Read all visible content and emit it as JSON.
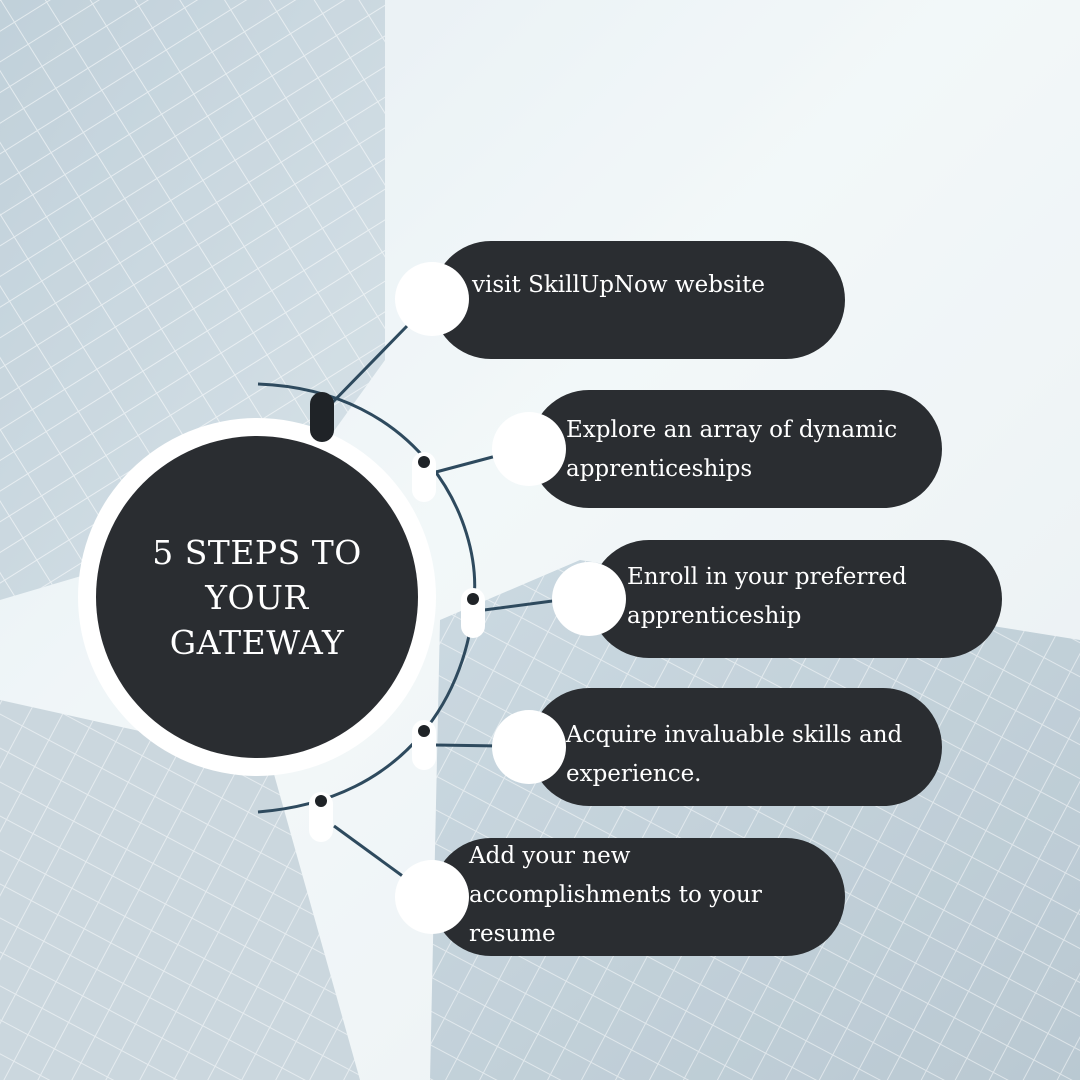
{
  "diagram": {
    "title": "5 STEPS TO YOUR GATEWAY",
    "steps": [
      {
        "label": "visit SkillUpNow website"
      },
      {
        "label": "Explore an array of dynamic apprenticeships"
      },
      {
        "label": "Enroll in your preferred apprenticeship"
      },
      {
        "label": "Acquire invaluable skills and experience."
      },
      {
        "label": "Add your new accomplishments to your resume"
      }
    ]
  },
  "colors": {
    "pill": "#2a2d31",
    "connector_line": "#2e4a5e",
    "node": "#ffffff",
    "text": "#ffffff"
  }
}
